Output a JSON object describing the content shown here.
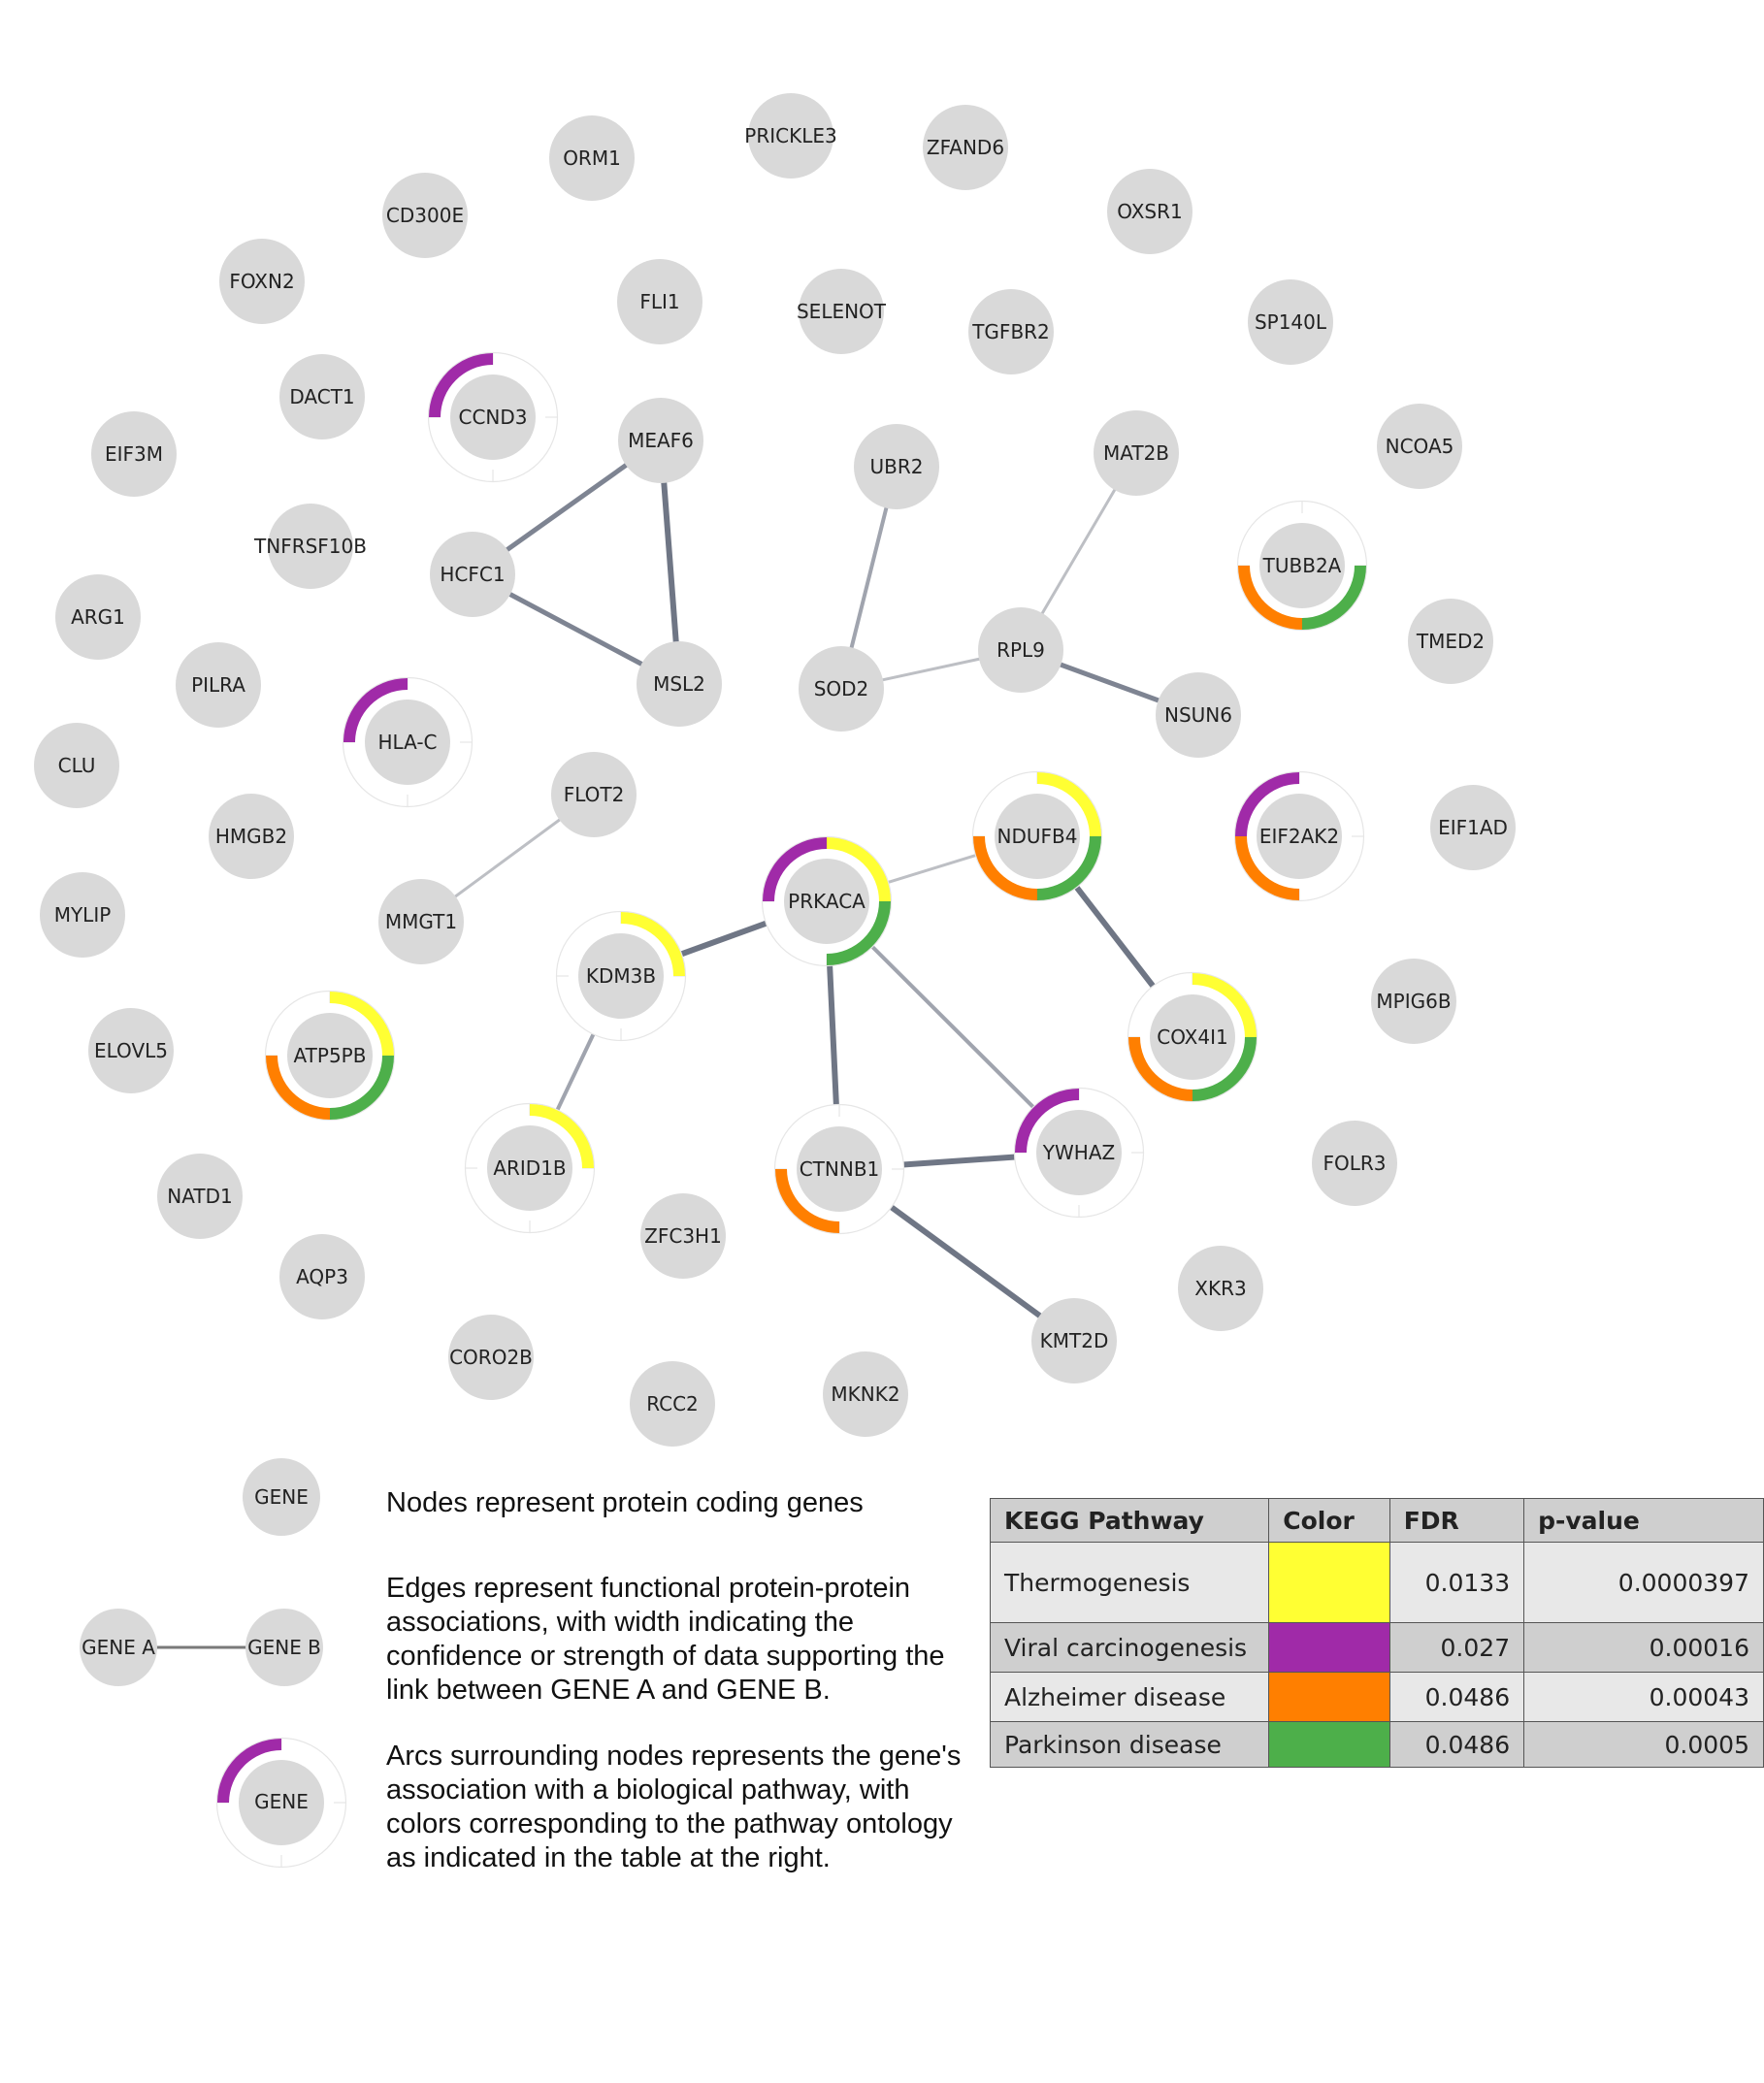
{
  "nodes": [
    {
      "id": "PRICKLE3",
      "label": "PRICKLE3"
    },
    {
      "id": "ZFAND6",
      "label": "ZFAND6"
    },
    {
      "id": "ORM1",
      "label": "ORM1"
    },
    {
      "id": "OXSR1",
      "label": "OXSR1"
    },
    {
      "id": "CD300E",
      "label": "CD300E"
    },
    {
      "id": "FOXN2",
      "label": "FOXN2"
    },
    {
      "id": "FLI1",
      "label": "FLI1"
    },
    {
      "id": "SELENOT",
      "label": "SELENOT"
    },
    {
      "id": "TGFBR2",
      "label": "TGFBR2"
    },
    {
      "id": "SP140L",
      "label": "SP140L"
    },
    {
      "id": "DACT1",
      "label": "DACT1"
    },
    {
      "id": "CCND3",
      "label": "CCND3",
      "arcs": [
        "viral"
      ]
    },
    {
      "id": "MEAF6",
      "label": "MEAF6"
    },
    {
      "id": "UBR2",
      "label": "UBR2"
    },
    {
      "id": "MAT2B",
      "label": "MAT2B"
    },
    {
      "id": "NCOA5",
      "label": "NCOA5"
    },
    {
      "id": "EIF3M",
      "label": "EIF3M"
    },
    {
      "id": "TNFRSF10B",
      "label": "TNFRSF10B"
    },
    {
      "id": "HCFC1",
      "label": "HCFC1"
    },
    {
      "id": "TUBB2A",
      "label": "TUBB2A",
      "arcs": [
        "alzheimer",
        "parkinson"
      ]
    },
    {
      "id": "ARG1",
      "label": "ARG1"
    },
    {
      "id": "TMED2",
      "label": "TMED2"
    },
    {
      "id": "RPL9",
      "label": "RPL9"
    },
    {
      "id": "PILRA",
      "label": "PILRA"
    },
    {
      "id": "MSL2",
      "label": "MSL2"
    },
    {
      "id": "SOD2",
      "label": "SOD2"
    },
    {
      "id": "NSUN6",
      "label": "NSUN6"
    },
    {
      "id": "HLA-C",
      "label": "HLA-C",
      "arcs": [
        "viral"
      ]
    },
    {
      "id": "CLU",
      "label": "CLU"
    },
    {
      "id": "FLOT2",
      "label": "FLOT2"
    },
    {
      "id": "HMGB2",
      "label": "HMGB2"
    },
    {
      "id": "NDUFB4",
      "label": "NDUFB4",
      "arcs": [
        "thermogenesis",
        "alzheimer",
        "parkinson"
      ]
    },
    {
      "id": "EIF2AK2",
      "label": "EIF2AK2",
      "arcs": [
        "viral",
        "alzheimer"
      ]
    },
    {
      "id": "EIF1AD",
      "label": "EIF1AD"
    },
    {
      "id": "PRKACA",
      "label": "PRKACA",
      "arcs": [
        "thermogenesis",
        "viral",
        "parkinson"
      ]
    },
    {
      "id": "MYLIP",
      "label": "MYLIP"
    },
    {
      "id": "MMGT1",
      "label": "MMGT1"
    },
    {
      "id": "KDM3B",
      "label": "KDM3B",
      "arcs": [
        "thermogenesis"
      ]
    },
    {
      "id": "MPIG6B",
      "label": "MPIG6B"
    },
    {
      "id": "COX4I1",
      "label": "COX4I1",
      "arcs": [
        "thermogenesis",
        "alzheimer",
        "parkinson"
      ]
    },
    {
      "id": "ELOVL5",
      "label": "ELOVL5"
    },
    {
      "id": "ATP5PB",
      "label": "ATP5PB",
      "arcs": [
        "thermogenesis",
        "alzheimer",
        "parkinson"
      ]
    },
    {
      "id": "YWHAZ",
      "label": "YWHAZ",
      "arcs": [
        "viral"
      ]
    },
    {
      "id": "ARID1B",
      "label": "ARID1B",
      "arcs": [
        "thermogenesis"
      ]
    },
    {
      "id": "CTNNB1",
      "label": "CTNNB1",
      "arcs": [
        "alzheimer"
      ]
    },
    {
      "id": "FOLR3",
      "label": "FOLR3"
    },
    {
      "id": "NATD1",
      "label": "NATD1"
    },
    {
      "id": "ZFC3H1",
      "label": "ZFC3H1"
    },
    {
      "id": "XKR3",
      "label": "XKR3"
    },
    {
      "id": "AQP3",
      "label": "AQP3"
    },
    {
      "id": "KMT2D",
      "label": "KMT2D"
    },
    {
      "id": "CORO2B",
      "label": "CORO2B"
    },
    {
      "id": "RCC2",
      "label": "RCC2"
    },
    {
      "id": "MKNK2",
      "label": "MKNK2"
    }
  ],
  "edges": [
    {
      "source": "MEAF6",
      "target": "HCFC1",
      "strength": "medium"
    },
    {
      "source": "MEAF6",
      "target": "MSL2",
      "strength": "strong"
    },
    {
      "source": "HCFC1",
      "target": "MSL2",
      "strength": "medium"
    },
    {
      "source": "UBR2",
      "target": "SOD2",
      "strength": "weak"
    },
    {
      "source": "SOD2",
      "target": "RPL9",
      "strength": "faint"
    },
    {
      "source": "MAT2B",
      "target": "RPL9",
      "strength": "faint"
    },
    {
      "source": "RPL9",
      "target": "NSUN6",
      "strength": "medium"
    },
    {
      "source": "FLOT2",
      "target": "MMGT1",
      "strength": "faint"
    },
    {
      "source": "PRKACA",
      "target": "NDUFB4",
      "strength": "faint"
    },
    {
      "source": "PRKACA",
      "target": "KDM3B",
      "strength": "strong"
    },
    {
      "source": "PRKACA",
      "target": "CTNNB1",
      "strength": "strong"
    },
    {
      "source": "PRKACA",
      "target": "YWHAZ",
      "strength": "weak"
    },
    {
      "source": "NDUFB4",
      "target": "COX4I1",
      "strength": "strong"
    },
    {
      "source": "KDM3B",
      "target": "ARID1B",
      "strength": "weak"
    },
    {
      "source": "CTNNB1",
      "target": "YWHAZ",
      "strength": "strong"
    },
    {
      "source": "CTNNB1",
      "target": "KMT2D",
      "strength": "strong"
    }
  ],
  "colors": {
    "node_fill": "#d9d9d9",
    "node_text": "#222222",
    "edge_strong": "#6f7685",
    "edge_medium": "#7e8492",
    "edge_weak": "#a0a4ae",
    "edge_faint": "#bdbfc4",
    "thermogenesis": "#ffff33",
    "viral": "#a02aa8",
    "alzheimer": "#ff7f00",
    "parkinson": "#4daf4a"
  },
  "legend": {
    "node_example_label": "GENE",
    "node_text": "Nodes represent protein coding genes",
    "edge_gene_a": "GENE A",
    "edge_gene_b": "GENE B",
    "edge_text": "Edges represent functional protein-protein associations, with width indicating the confidence or strength of data supporting the link between GENE A and GENE B.",
    "arc_example_label": "GENE",
    "arc_text": "Arcs surrounding nodes represents the gene's association with a biological pathway, with colors corresponding to the pathway ontology as indicated in the table at the right."
  },
  "table": {
    "headers": {
      "pathway": "KEGG Pathway",
      "color": "Color",
      "fdr": "FDR",
      "pvalue": "p-value"
    },
    "rows": [
      {
        "pathway": "Thermogenesis",
        "color": "#ffff33",
        "fdr": "0.0133",
        "pvalue": "0.0000397"
      },
      {
        "pathway": "Viral carcinogenesis",
        "color": "#a02aa8",
        "fdr": "0.027",
        "pvalue": "0.00016"
      },
      {
        "pathway": "Alzheimer disease",
        "color": "#ff7f00",
        "fdr": "0.0486",
        "pvalue": "0.00043"
      },
      {
        "pathway": "Parkinson disease",
        "color": "#4daf4a",
        "fdr": "0.0486",
        "pvalue": "0.0005"
      }
    ]
  }
}
